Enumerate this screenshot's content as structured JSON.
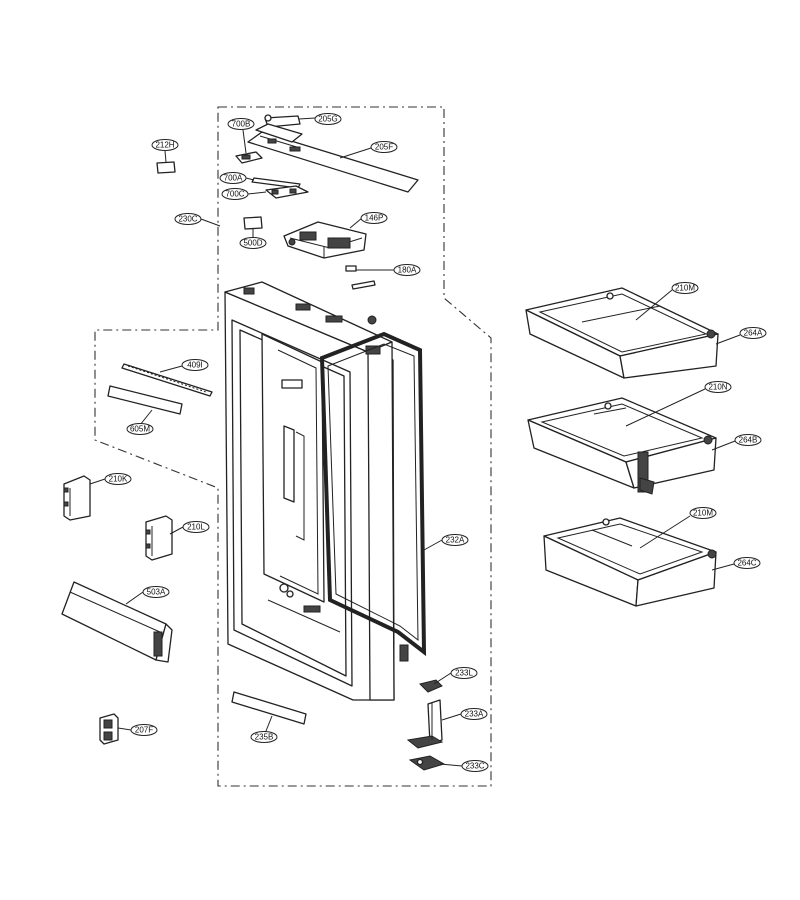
{
  "callouts": {
    "c_205G": "205G",
    "c_700B": "700B",
    "c_205F": "205F",
    "c_212H": "212H",
    "c_700A": "700A",
    "c_700C": "700C",
    "c_230C": "230C",
    "c_500D": "500D",
    "c_146P": "146P",
    "c_180A": "180A",
    "c_409I": "409I",
    "c_605M": "605M",
    "c_210K": "210K",
    "c_210L": "210L",
    "c_503A": "503A",
    "c_207F": "207F",
    "c_232A": "232A",
    "c_233L": "233L",
    "c_233A": "233A",
    "c_235B": "235B",
    "c_233C": "233C",
    "c_210M_top": "210M",
    "c_264A": "264A",
    "c_210N": "210N",
    "c_264B": "264B",
    "c_210M_bottom": "210M",
    "c_264C": "264C"
  }
}
